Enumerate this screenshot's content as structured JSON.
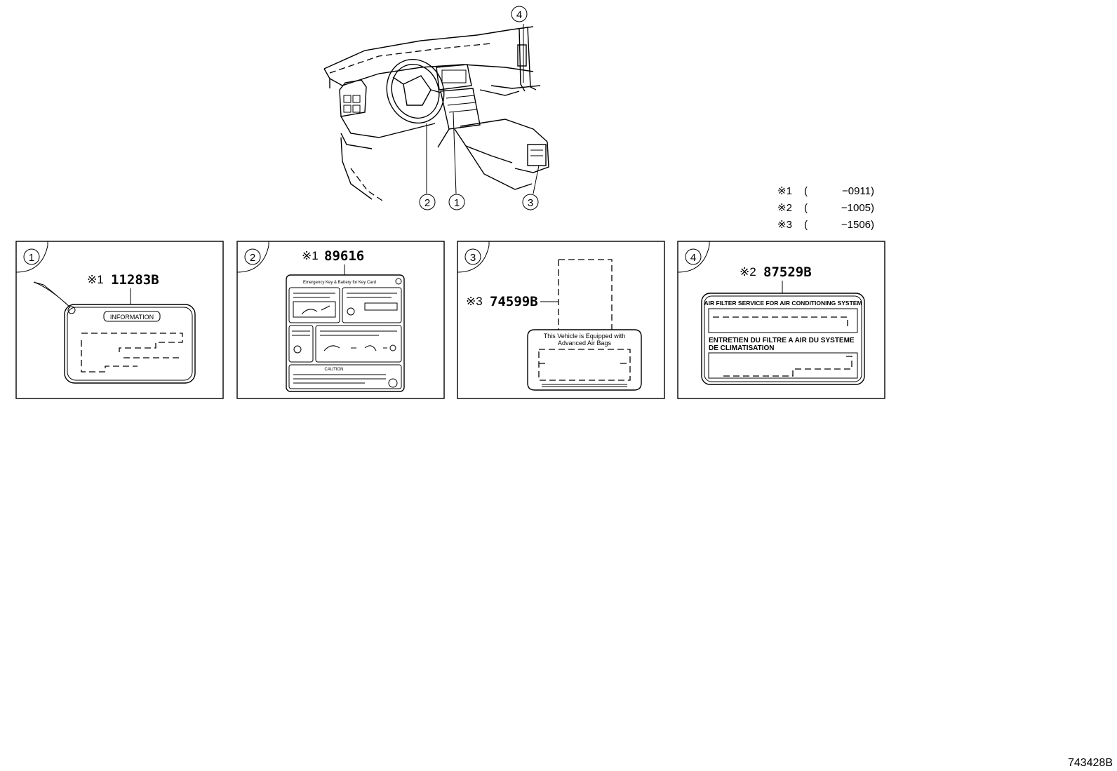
{
  "callouts": [
    "1",
    "2",
    "3",
    "4"
  ],
  "legend": [
    {
      "mark": "※1",
      "paren_open": "(",
      "range": "−0911)"
    },
    {
      "mark": "※2",
      "paren_open": "(",
      "range": "−1005)"
    },
    {
      "mark": "※3",
      "paren_open": "(",
      "range": "−1506)"
    }
  ],
  "panels": [
    {
      "number": "1",
      "mark": "※1",
      "part": "11283B",
      "label_text": "INFORMATION"
    },
    {
      "number": "2",
      "mark": "※1",
      "part": "89616",
      "label_title": "Emergency Key & Battery for Key Card",
      "caution": "CAUTION"
    },
    {
      "number": "3",
      "mark": "※3",
      "part": "74599B",
      "label_line1": "This Vehicle is Equipped with",
      "label_line2": "Advanced Air Bags"
    },
    {
      "number": "4",
      "mark": "※2",
      "part": "87529B",
      "label_line1": "AIR FILTER SERVICE FOR AIR CONDITIONING SYSTEM",
      "label_line2": "ENTRETIEN DU FILTRE A AIR DU SYSTEME",
      "label_line3": "DE CLIMATISATION"
    }
  ],
  "figure_id": "743428B"
}
